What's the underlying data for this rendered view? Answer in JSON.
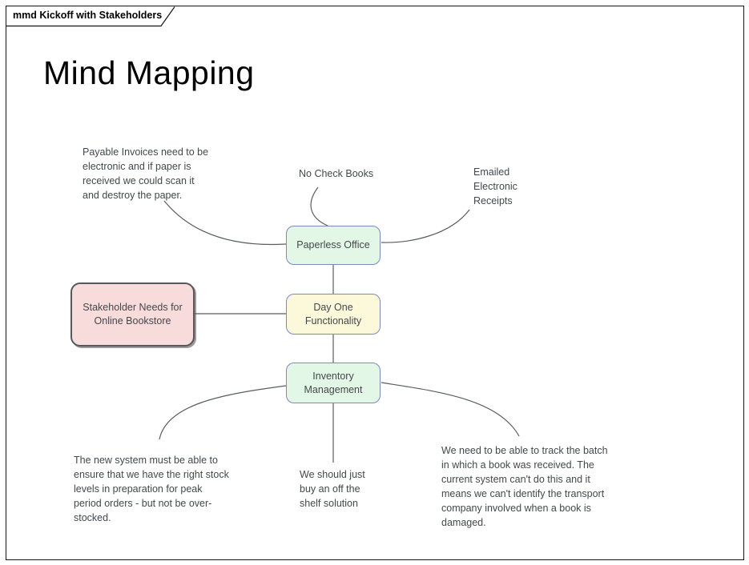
{
  "frame": {
    "tab_label": "mmd Kickoff with Stakeholders"
  },
  "title": "Mind Mapping",
  "colors": {
    "node_border": "#7d87c7",
    "green_fill": "#e3f7e7",
    "yellow_fill": "#fcf9db",
    "root_fill": "#f8dbdb",
    "root_border": "#54585c",
    "annotation_text": "#44484b",
    "connector": "#595d60",
    "frame_border": "#141414"
  },
  "nodes": {
    "root": {
      "label": [
        "Stakeholder Needs for",
        "Online Bookstore"
      ],
      "fill": "#f8dbdb"
    },
    "paperless": {
      "label": [
        "Paperless Office"
      ],
      "fill": "#e3f7e7"
    },
    "day_one": {
      "label": [
        "Day One",
        "Functionality"
      ],
      "fill": "#fcf9db"
    },
    "inventory": {
      "label": [
        "Inventory",
        "Management"
      ],
      "fill": "#e3f7e7"
    }
  },
  "annotations": {
    "payable_invoices": [
      "Payable Invoices need to be",
      "electronic and if paper is",
      "received we could scan it",
      "and destroy the paper."
    ],
    "no_check_books": [
      "No Check Books"
    ],
    "emailed_receipts": [
      "Emailed",
      "Electronic",
      "Receipts"
    ],
    "stock_levels": [
      "The new system must be able to",
      "ensure that we have the right stock",
      "levels in preparation for peak",
      "period orders - but not be over-",
      "stocked."
    ],
    "off_the_shelf": [
      "We should just",
      "buy an off the",
      "shelf solution"
    ],
    "track_batch": [
      "We need to be able to track the batch",
      "in which a book was received. The",
      "current system can't do this and it",
      "means we can't identify the transport",
      "company involved when a book is",
      "damaged."
    ]
  }
}
